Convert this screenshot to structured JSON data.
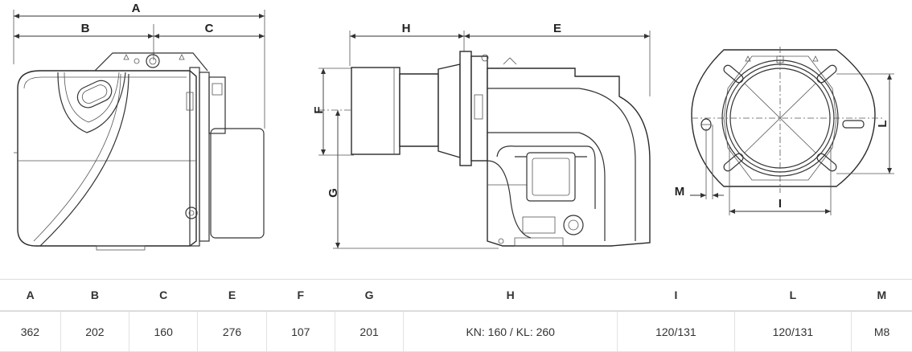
{
  "labels": {
    "A": "A",
    "B": "B",
    "C": "C",
    "E": "E",
    "F": "F",
    "G": "G",
    "H": "H",
    "I": "I",
    "L": "L",
    "M": "M"
  },
  "table": {
    "headers": [
      "A",
      "B",
      "C",
      "E",
      "F",
      "G",
      "H",
      "I",
      "L",
      "M"
    ],
    "values": [
      "362",
      "202",
      "160",
      "276",
      "107",
      "201",
      "KN: 160 / KL: 260",
      "120/131",
      "120/131",
      "M8"
    ]
  },
  "colors": {
    "line": "#333333",
    "text": "#222222",
    "table_border": "#dcdcdc"
  }
}
